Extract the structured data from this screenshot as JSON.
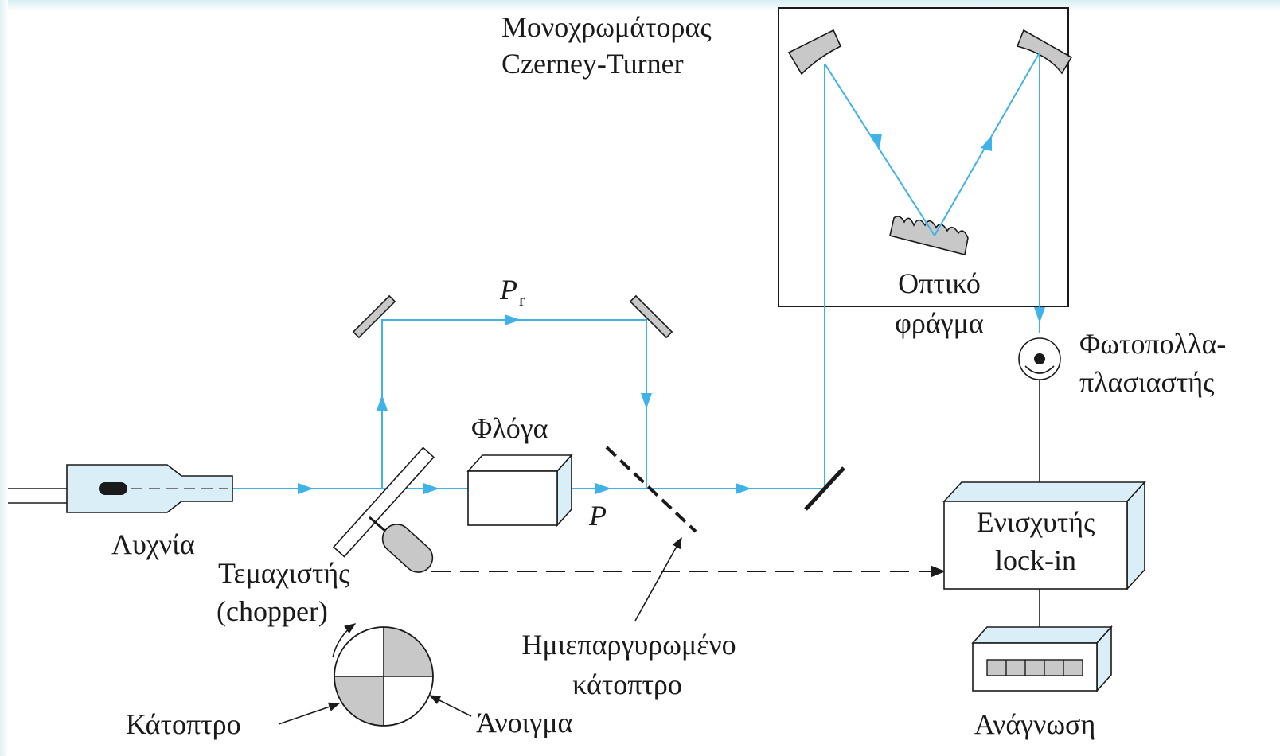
{
  "labels": {
    "monochromator_line1": "Μονοχρωμάτορας",
    "monochromator_line2": "Czerney-Turner",
    "grating_line1": "Οπτικό",
    "grating_line2": "φράγμα",
    "pmt_line1": "Φωτοπολλα-",
    "pmt_line2": "πλασιαστής",
    "reference_power": "P",
    "reference_subscript": "r",
    "flame": "Φλόγα",
    "sample_power": "P",
    "lamp": "Λυχνία",
    "chopper_line1": "Τεμαχιστής",
    "chopper_line2": "(chopper)",
    "half_silvered_line1": "Ημιεπαργυρωμένο",
    "half_silvered_line2": "κάτοπτρο",
    "lockin_line1": "Ενισχυτής",
    "lockin_line2": "lock-in",
    "mirror": "Κάτοπτρο",
    "aperture": "Άνοιγμα",
    "readout": "Ανάγνωση"
  },
  "colors": {
    "beam": "#3fb3e8",
    "ink": "#1a1a1a",
    "optic_fill": "#c8c8c8",
    "lamp_fill": "#d9eef7"
  }
}
